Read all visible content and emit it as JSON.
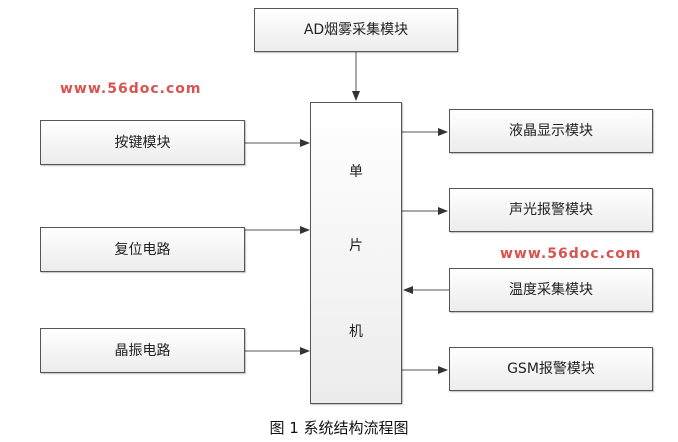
{
  "diagram": {
    "top_module": "AD烟雾采集模块",
    "mcu_label": [
      "单",
      "片",
      "机"
    ],
    "left_modules": [
      "按键模块",
      "复位电路",
      "晶振电路"
    ],
    "right_modules": [
      "液晶显示模块",
      "声光报警模块",
      "温度采集模块",
      "GSM报警模块"
    ],
    "caption": "图 1 系统结构流程图"
  },
  "watermark": "www.56doc.com",
  "colors": {
    "watermark": "#d9534f",
    "box_border": "#555555",
    "arrow": "#333333"
  }
}
